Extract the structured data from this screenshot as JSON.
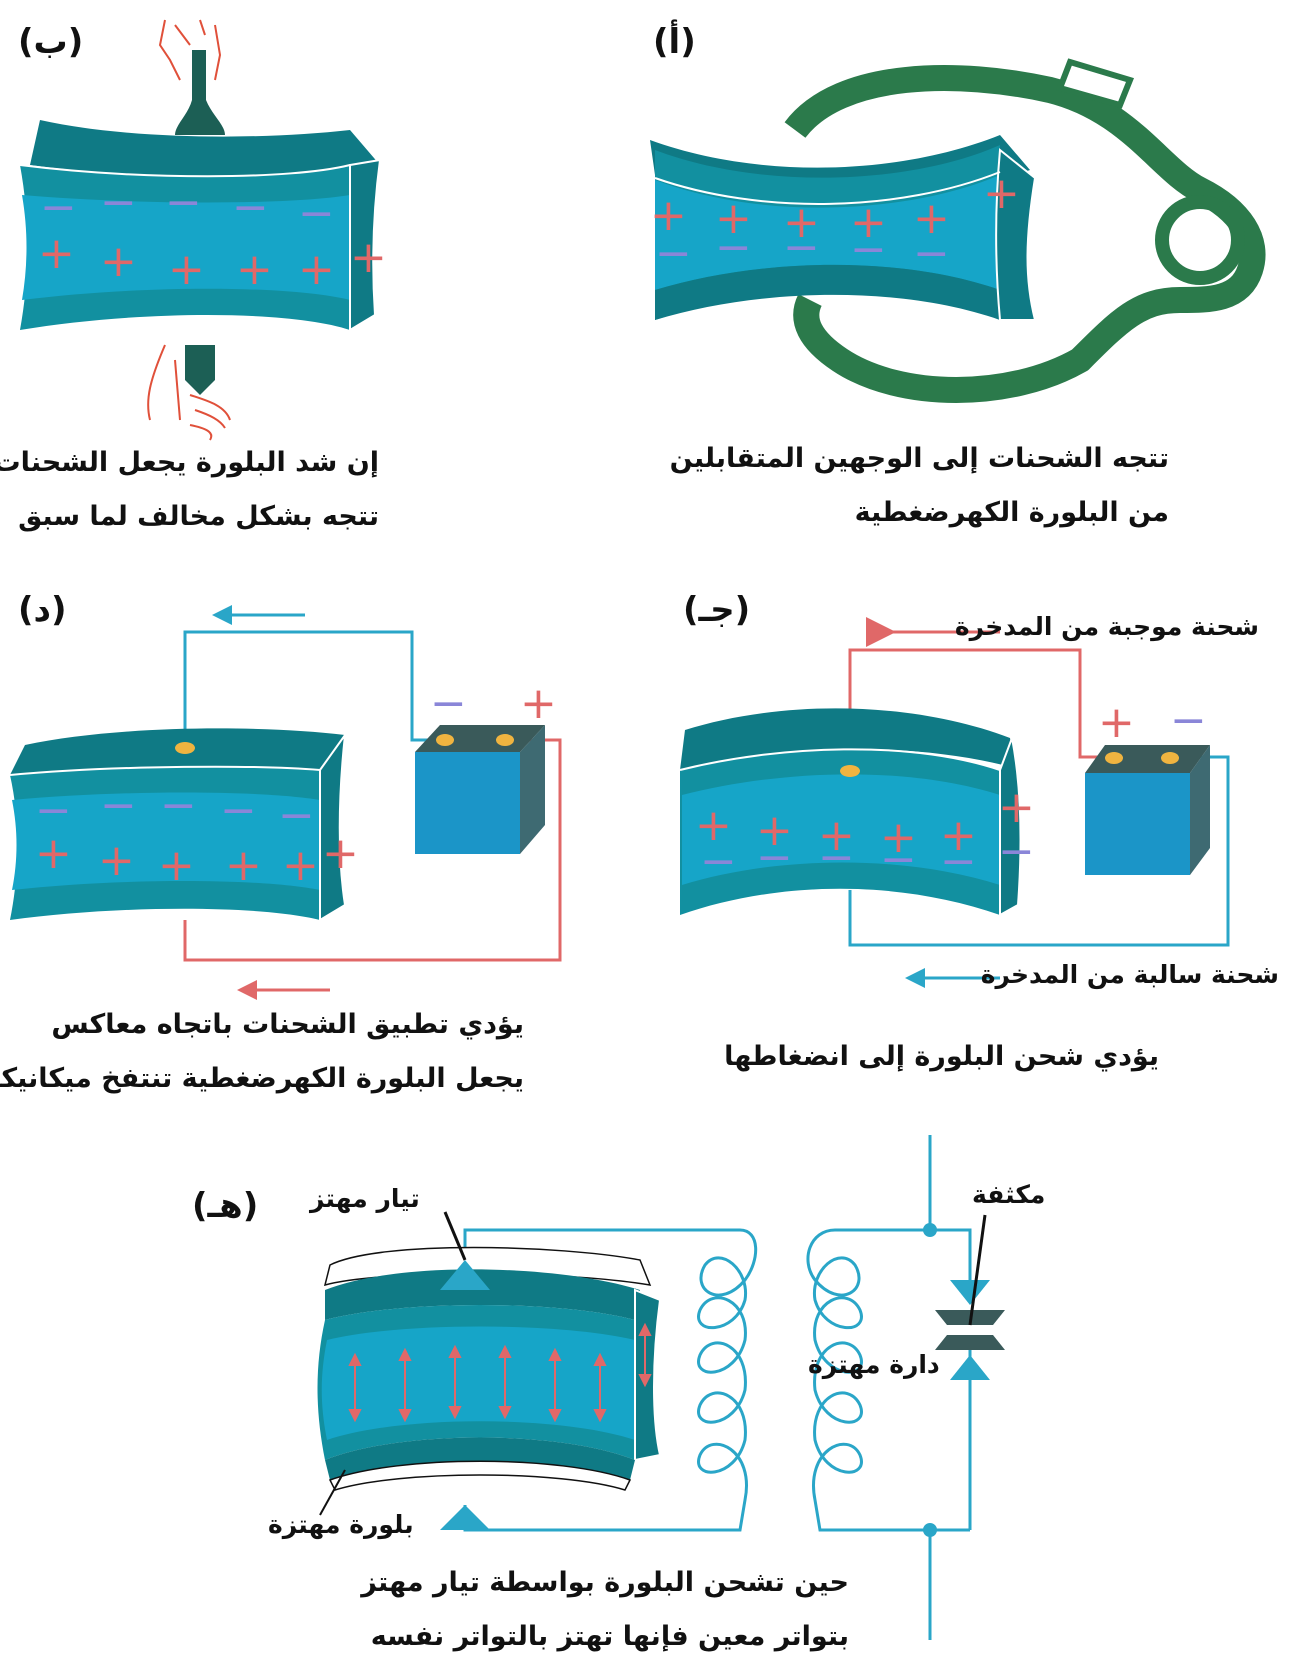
{
  "panels": {
    "a": {
      "label": "(أ)",
      "caption_line1": "تتجه الشحنات إلى الوجهين المتقابلين",
      "caption_line2": "من البلورة الكهرضغطية"
    },
    "b": {
      "label": "(ب)",
      "caption_line1": "إن شد البلورة يجعل الشحنات",
      "caption_line2": "تتجه بشكل مخالف لما سبق"
    },
    "c": {
      "label": "(جـ)",
      "top_label": "شحنة موجبة من المدخرة",
      "bottom_label": "شحنة سالبة من المدخرة",
      "caption": "يؤدي شحن البلورة إلى انضغاطها"
    },
    "d": {
      "label": "(د)",
      "caption_line1": "يؤدي تطبيق الشحنات باتجاه معاكس",
      "caption_line2": "يجعل البلورة الكهرضغطية تنتفخ ميكانيكياً"
    },
    "e": {
      "label": "(هـ)",
      "current_label": "تيار مهتز",
      "capacitor_label": "مكثفة",
      "circuit_label": "دارة مهتزة",
      "crystal_label": "بلورة مهتزة",
      "caption_bold": "حين",
      "caption_line1_rest": " تشحن البلورة بواسطة تيار مهتز",
      "caption_line2": "بتواتر معين فإنها تهتز بالتواتر نفسه"
    }
  },
  "symbols": {
    "plus": "+",
    "minus": "−"
  },
  "colors": {
    "crystal_dark": "#0f7a85",
    "crystal_band": "#1290a0",
    "crystal_light": "#16a5c8",
    "wrench": "#2b7a4b",
    "wire_positive": "#e06868",
    "wire_negative": "#2aa6c8",
    "battery": "#1b95c8",
    "terminal": "#f0b440",
    "plus": "#e06868",
    "minus": "#8a86d8"
  }
}
